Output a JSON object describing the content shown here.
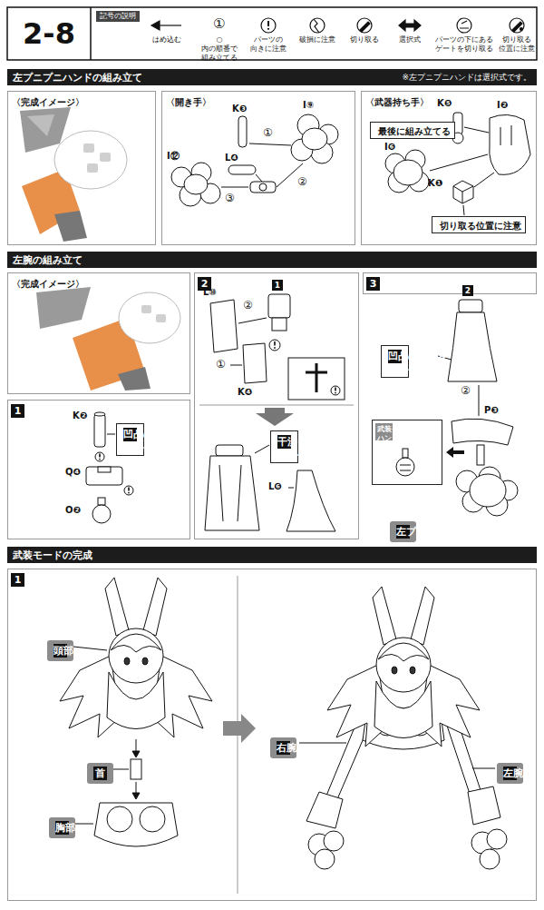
{
  "diagram": {
    "title": "2-8",
    "nodes": [
      {
        "text": [
          "記号の説明"
        ]
      },
      {
        "text": [
          "左プニプニハンドの組み立て",
          "※左プニプニハンドは選択式です。"
        ]
      },
      {
        "text": [
          "〈完成イメージ〉"
        ]
      },
      {
        "text": [
          "〈開き手〉"
        ]
      },
      {
        "text": [
          "〈武器持ち手〉"
        ]
      },
      {
        "text": [
          "最後に組み立てる"
        ],
        "in": 4
      },
      {
        "text": [
          "切り取る位置に注意"
        ],
        "in": 4
      },
      {
        "text": [
          "左腕の組み立て"
        ]
      },
      {
        "text": [
          "〈完成イメージ〉"
        ]
      },
      {
        "text": [
          "1"
        ]
      },
      {
        "text": [
          "凹凸の向きを 合わせる"
        ],
        "in": 9
      },
      {
        "text": [
          "2"
        ]
      },
      {
        "text": [
          "干渉を避けて 取り付ける"
        ],
        "in": 11
      },
      {
        "text": [
          "3"
        ]
      },
      {
        "text": [
          "凹凸の向きを 合わせる"
        ],
        "in": 13
      },
      {
        "text": [
          "武装モード用 ハンドパーツ"
        ],
        "in": 13
      },
      {
        "text": [
          "左プニプニハンド"
        ],
        "in": 13
      },
      {
        "text": [
          "武装モードの完成"
        ]
      },
      {
        "text": [
          "1"
        ]
      },
      {
        "text": [
          "頭部"
        ],
        "in": 18
      },
      {
        "text": [
          "首"
        ],
        "in": 18
      },
      {
        "text": [
          "胸部"
        ],
        "in": 18
      },
      {
        "text": [
          "右腕"
        ],
        "in": 18
      },
      {
        "text": [
          "左腕"
        ],
        "in": 18
      }
    ],
    "labels": [
      "①",
      "K❸",
      "I⑨",
      "①",
      "L❹",
      "②",
      "I⑫",
      "③",
      "K❺",
      "I❷",
      "I❻",
      "K❶",
      "K❷",
      "Q❹",
      "O❷",
      "1",
      "L⑩",
      "②",
      "①",
      "K❹",
      "L❻",
      "2",
      "②",
      "P❸"
    ],
    "legend": [
      {
        "text": "はめ込む"
      },
      {
        "text": "○内の順番で 組み立てる"
      },
      {
        "text": "パーツの 向きに注意"
      },
      {
        "text": "破損に注意"
      },
      {
        "text": "切り取る"
      },
      {
        "text": "選択式"
      },
      {
        "text": "パーツの下にある ゲートを切り取る"
      },
      {
        "text": "切り取る 位置に注意"
      }
    ]
  }
}
